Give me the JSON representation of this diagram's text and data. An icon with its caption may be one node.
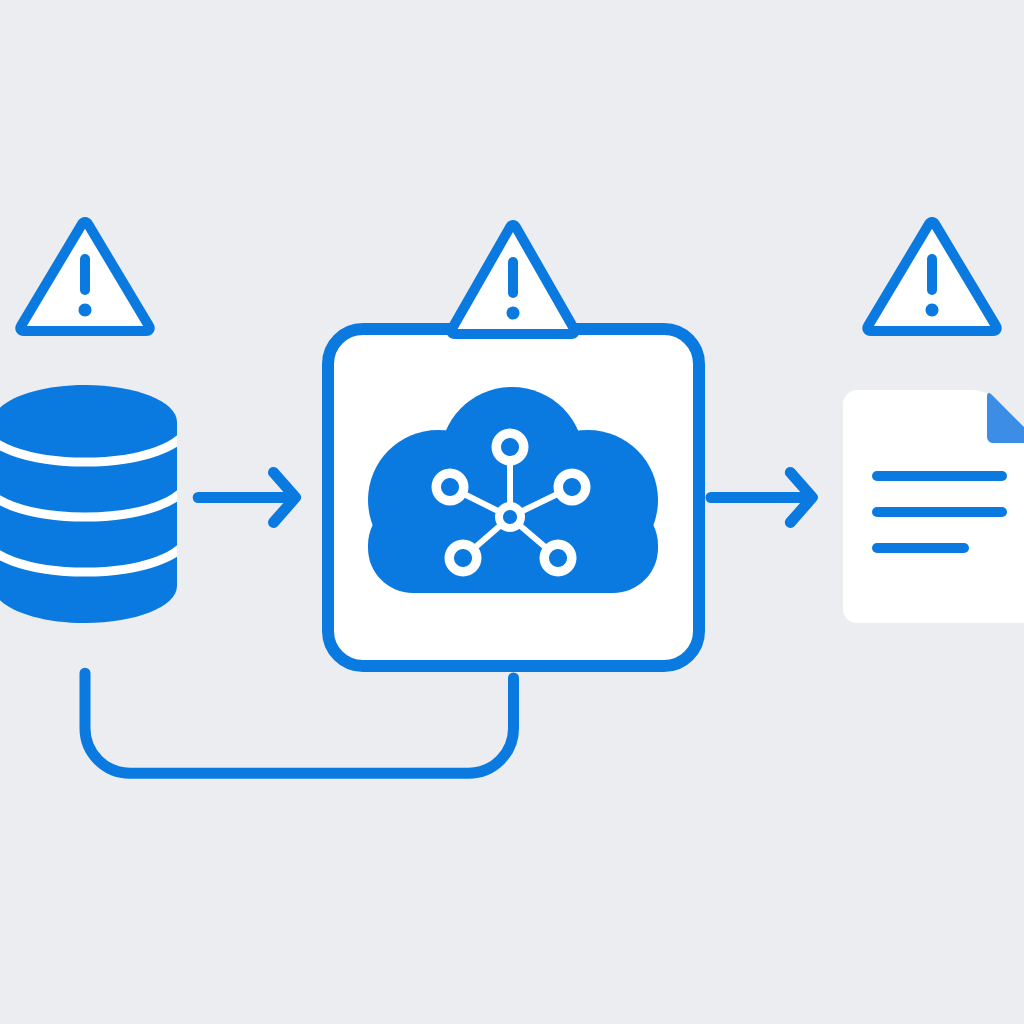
{
  "diagram": {
    "nodes": [
      {
        "text": [],
        "shape": "cylinder"
      },
      {
        "text": [],
        "shape": "box"
      },
      {
        "text": [],
        "shape": "document"
      }
    ],
    "edges": [
      {
        "from": 0,
        "to": 1,
        "arrow": "to"
      },
      {
        "from": 1,
        "to": 2,
        "arrow": "to"
      },
      {
        "from": 1,
        "to": 0,
        "arrow": "none"
      }
    ]
  }
}
